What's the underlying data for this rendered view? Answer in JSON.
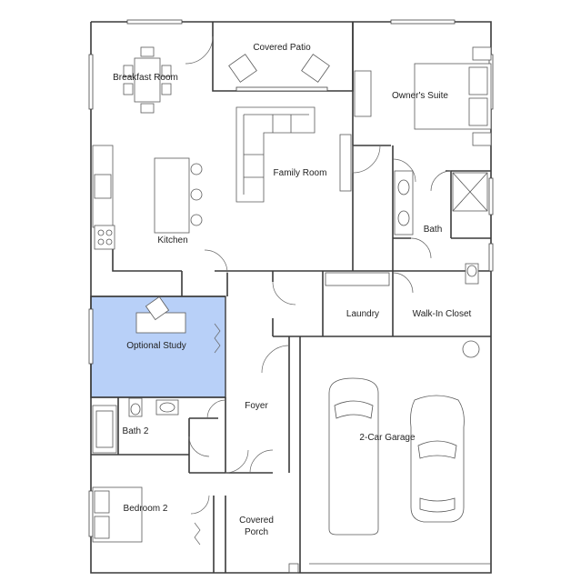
{
  "colors": {
    "highlight": "#b8d0f8",
    "wall": "#3a3a3a",
    "background": "#ffffff"
  },
  "rooms": {
    "breakfast_room": "Breakfast Room",
    "covered_patio": "Covered Patio",
    "owners_suite": "Owner's Suite",
    "family_room": "Family Room",
    "bath_owner": "Bath",
    "kitchen": "Kitchen",
    "laundry": "Laundry",
    "walk_in_closet": "Walk-In Closet",
    "optional_study": "Optional Study",
    "foyer": "Foyer",
    "bath_2": "Bath 2",
    "garage": "2-Car Garage",
    "bedroom_2": "Bedroom 2",
    "covered_porch_line1": "Covered",
    "covered_porch_line2": "Porch"
  },
  "highlighted_room": "Optional Study"
}
